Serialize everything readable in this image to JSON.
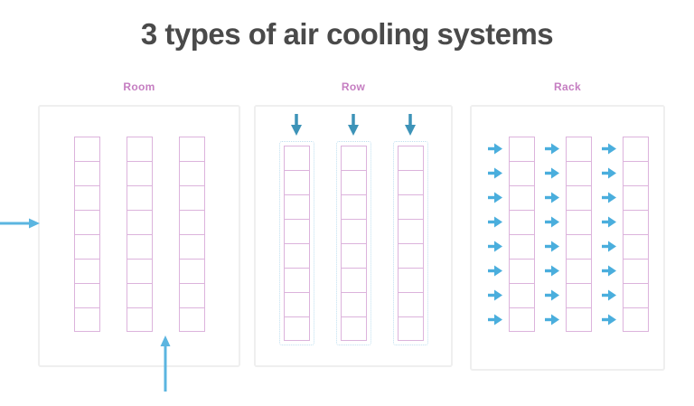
{
  "title": "3 types of air cooling systems",
  "colors": {
    "title_text": "#4a4a4a",
    "label_text": "#c57dc1",
    "panel_border": "#efefef",
    "rack_cell_border": "#dcb3dc",
    "airflow_arrow": "#5bb5e0",
    "containment_border": "#bfdff0",
    "background": "#ffffff"
  },
  "panels": [
    {
      "id": "room",
      "label": "Room",
      "rack_columns": 3,
      "cells_per_column": 8,
      "arrows": [
        {
          "name": "room-supply-arrow-left",
          "direction": "right"
        },
        {
          "name": "room-supply-arrow-bottom",
          "direction": "up"
        }
      ],
      "containment": false
    },
    {
      "id": "row",
      "label": "Row",
      "rack_columns": 3,
      "cells_per_column": 8,
      "arrows": [
        {
          "name": "row-supply-arrow-1",
          "direction": "down"
        },
        {
          "name": "row-supply-arrow-2",
          "direction": "down"
        },
        {
          "name": "row-supply-arrow-3",
          "direction": "down"
        }
      ],
      "containment": true
    },
    {
      "id": "rack",
      "label": "Rack",
      "rack_columns": 3,
      "cells_per_column": 8,
      "arrows_per_cell": 1,
      "arrow_direction": "right",
      "containment": false
    }
  ]
}
